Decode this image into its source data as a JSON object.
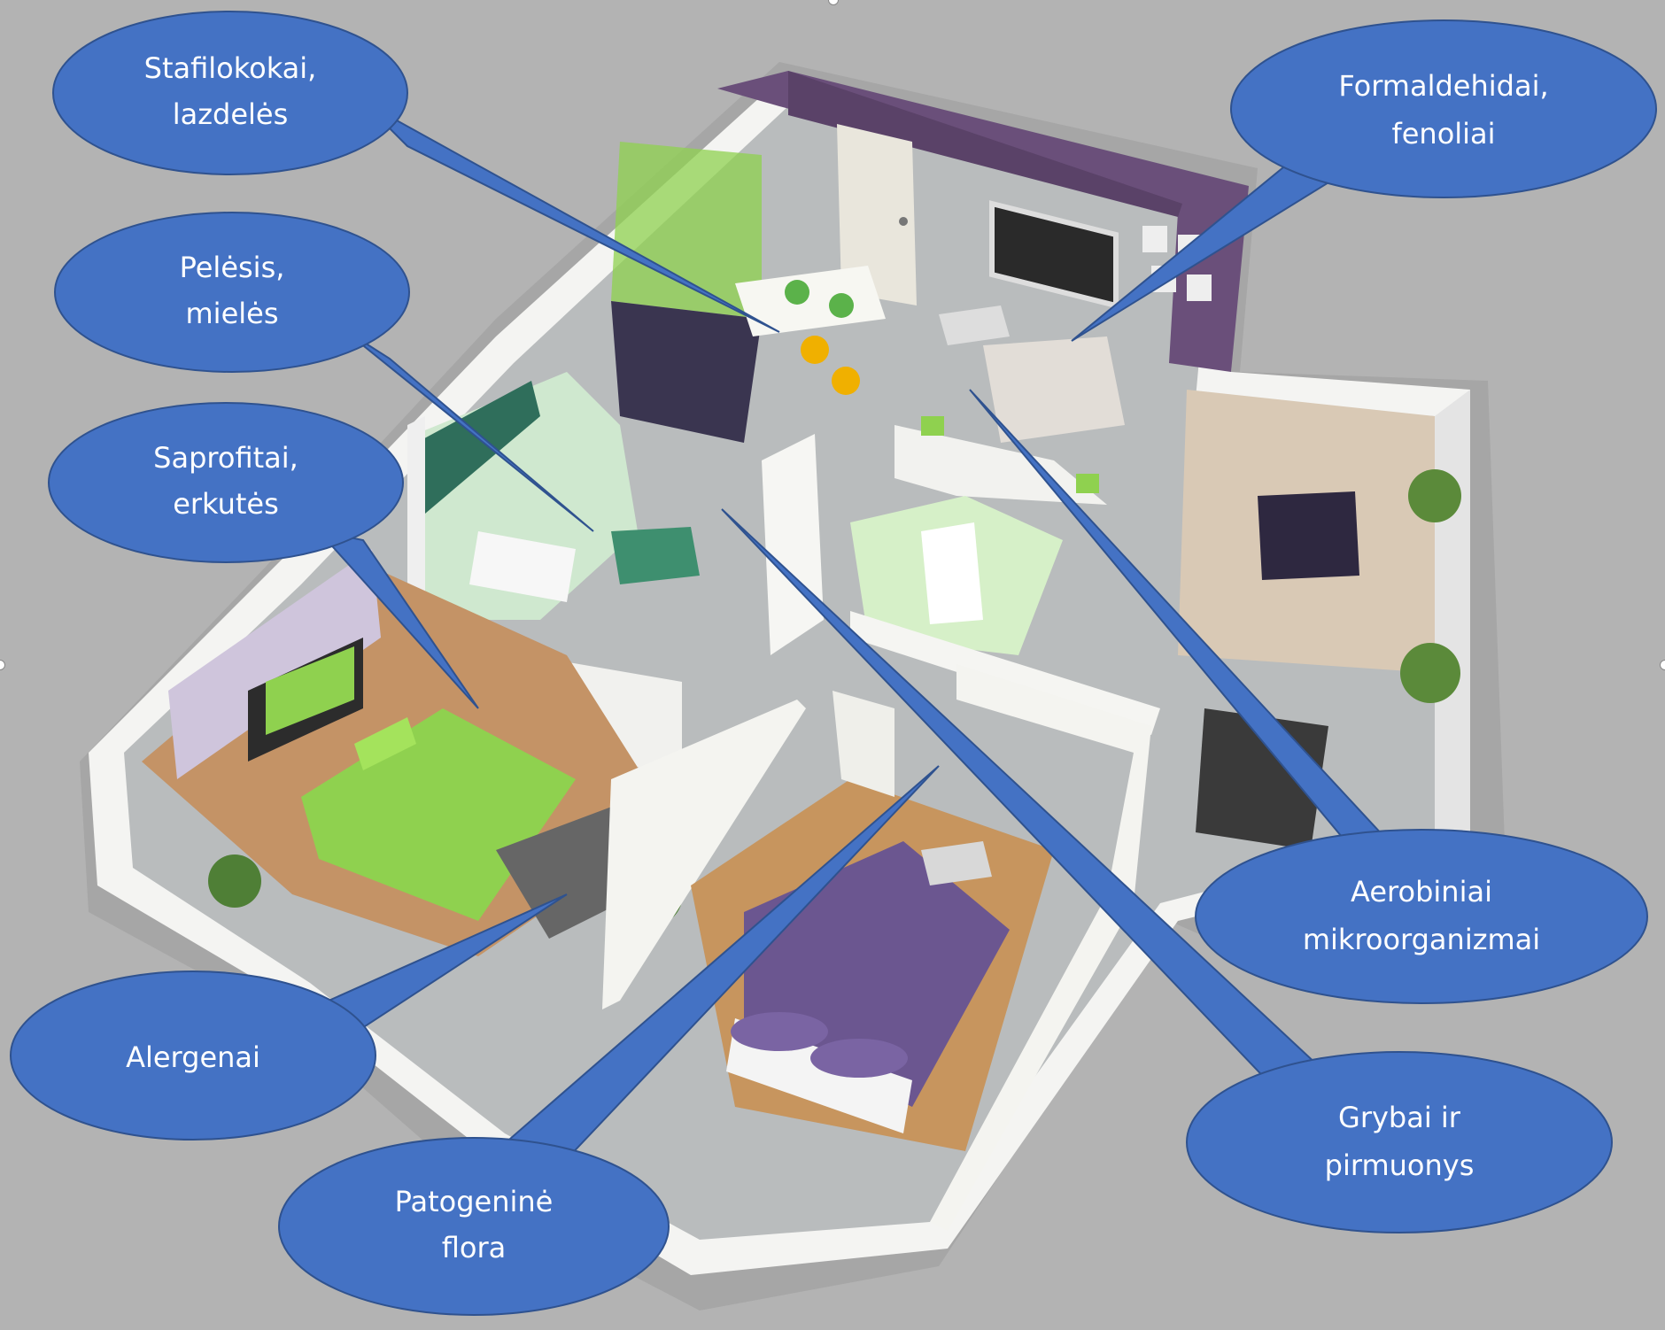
{
  "labels": [
    {
      "id": "stafilokokai",
      "lines": [
        "Stafilokokai,",
        "lazdelės"
      ]
    },
    {
      "id": "peleis",
      "lines": [
        "Pelėsis,",
        "mielės"
      ]
    },
    {
      "id": "saprofitai",
      "lines": [
        "Saprofitai,",
        "erkutės"
      ]
    },
    {
      "id": "alergenai",
      "lines": [
        "Alergenai"
      ]
    },
    {
      "id": "patogenine",
      "lines": [
        "Patogeninė",
        "flora"
      ]
    },
    {
      "id": "formaldehidai",
      "lines": [
        "Formaldehidai,",
        "fenoliai"
      ]
    },
    {
      "id": "aerobiniai",
      "lines": [
        "Aerobiniai",
        "mikroorganizmai"
      ]
    },
    {
      "id": "grybai",
      "lines": [
        "Grybai ir",
        "pirmuonys"
      ]
    }
  ],
  "colors": {
    "background": "#b3b3b3",
    "bubble_fill": "#4472c4",
    "bubble_stroke": "#2f528f",
    "label_text": "#ffffff",
    "wall_white": "#f4f4f2",
    "wall_purple": "#6a4f7a",
    "floor_tile": "#b9bcbd",
    "floor_wood": "#b88a5a",
    "accent_green": "#8fd14f",
    "bed_purple": "#6b5690"
  },
  "icons": [
    "bed-icon",
    "sofa-icon",
    "tv-icon",
    "door-icon",
    "bathtub-icon",
    "plant-icon",
    "table-icon"
  ]
}
